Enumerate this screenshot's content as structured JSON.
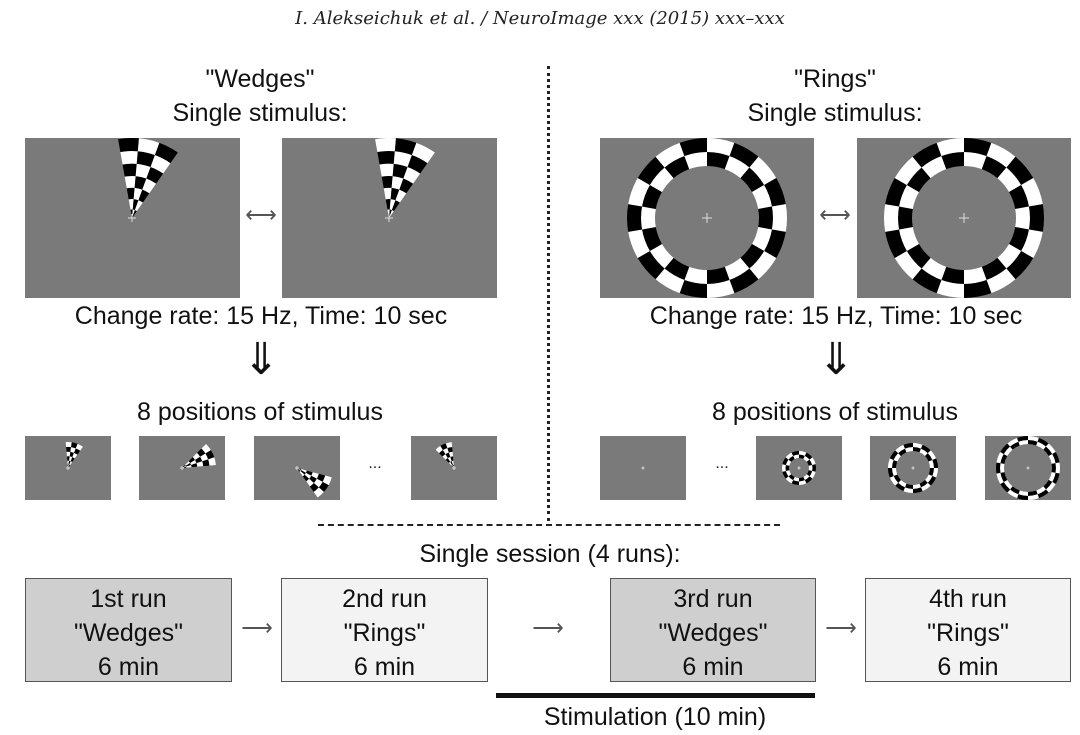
{
  "header": "I. Alekseichuk et al. / NeuroImage xxx (2015) xxx–xxx",
  "wedges": {
    "title_line1": "\"Wedges\"",
    "title_line2": "Single stimulus:",
    "change_rate": "Change rate: 15 Hz, Time: 10 sec",
    "positions_label": "8 positions of stimulus"
  },
  "rings": {
    "title_line1": "\"Rings\"",
    "title_line2": "Single stimulus:",
    "change_rate": "Change rate: 15 Hz, Time: 10 sec",
    "positions_label": "8 positions of stimulus"
  },
  "arrows": {
    "swap": "⟷",
    "down": "⇓",
    "right": "⟶",
    "ellipsis": "..."
  },
  "session": {
    "title": "Single session (4 runs):",
    "runs": [
      {
        "line1": "1st run",
        "line2": "\"Wedges\"",
        "line3": "6 min"
      },
      {
        "line1": "2nd run",
        "line2": "\"Rings\"",
        "line3": "6 min"
      },
      {
        "line1": "3rd run",
        "line2": "\"Wedges\"",
        "line3": "6 min"
      },
      {
        "line1": "4th run",
        "line2": "\"Rings\"",
        "line3": "6 min"
      }
    ],
    "stimulation": "Stimulation (10 min)"
  },
  "colors": {
    "panel_gray": "#7a7a7a",
    "run_dark": "#cfcfcf",
    "run_light": "#f3f3f3"
  }
}
